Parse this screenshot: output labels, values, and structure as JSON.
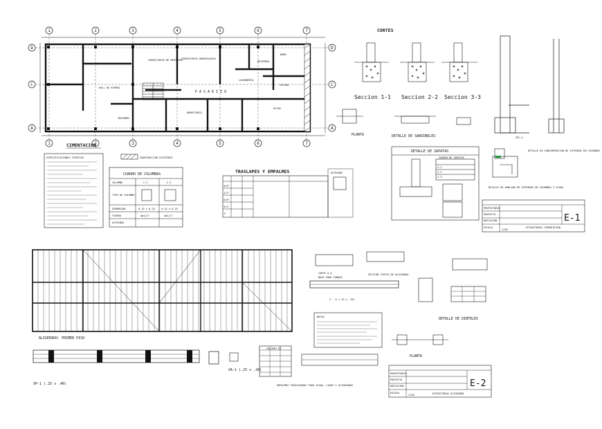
{
  "plan": {
    "title": "CIMENTACION",
    "axes_numbers": [
      "1",
      "2",
      "3",
      "4",
      "5",
      "6",
      "7"
    ],
    "axes_letters": [
      "D",
      "C",
      "A"
    ],
    "rooms": [
      {
        "key": "consultorio",
        "label": "CONSULTORIO DE MEDICINA"
      },
      {
        "key": "consultorio_odonto",
        "label": "CONSULTORIO ODONTOLOGIA"
      },
      {
        "key": "hall",
        "label": "HALL DE ESPERA"
      },
      {
        "key": "pasadizo",
        "label": "P A S A D I Z O"
      },
      {
        "key": "lavanderia",
        "label": "LAVANDERIA"
      },
      {
        "key": "despensa",
        "label": "DESPENSA"
      },
      {
        "key": "cocina",
        "label": "COCINA"
      },
      {
        "key": "bano",
        "label": "BAÑO"
      },
      {
        "key": "estar",
        "label": "ESTAR"
      },
      {
        "key": "informes",
        "label": "INFORMES"
      },
      {
        "key": "dormitorio",
        "label": "DORMITORIO"
      }
    ],
    "legend_existing": "CONSTRUCCION EXISTENTE"
  },
  "cortes": {
    "title": "CORTES",
    "sections": [
      "Seccion 1-1",
      "Seccion 2-2",
      "Seccion 3-3"
    ],
    "planta": "PLANTA",
    "sobrecimiento": "DETALLE DE SARDINELES",
    "sec4": "SEC-4"
  },
  "especificaciones": {
    "title": "ESPECIFICACIONES TECNICAS"
  },
  "columnas": {
    "title": "CUADRO DE COLUMNAS",
    "headers": [
      "COLUMNA",
      "C-1",
      "C-2"
    ],
    "row_tipo": "TIPO DE COLUMNA",
    "row_dim_label": "DIMENSION",
    "dims": [
      "0.15 x 0.25",
      "0.25 x 0.25"
    ],
    "row_fierro": "FIERRO",
    "fierro": [
      "4ø1/2\"",
      "4ø1/2\""
    ],
    "row_estribos": "ESTRIBOS"
  },
  "traslapes": {
    "title": "TRASLAPES Y EMPALMES",
    "side_title": "ESTRIBOS",
    "diam": [
      "3/8\"",
      "1/2\"",
      "5/8\"",
      "3/4\"",
      "1\""
    ]
  },
  "zapatas": {
    "title": "DETALLE DE ZAPATAS",
    "subtitle": "CUADRO DE ZAPATAS",
    "z": [
      "Z-1",
      "Z-2",
      "Z-3"
    ],
    "conc_title": "DETALLE DE CONCENTRACION DE ESTRIBOS EN COLUMNAS",
    "doblado_title": "DETALLE DE DOBLADO DE ESTRIBOS EN COLUMNAS Y VIGAS"
  },
  "titleblock1": {
    "labels": [
      "PROPIETARIO",
      "PROYECTO",
      "UBICACION",
      "ESCALA"
    ],
    "escala": "1/50",
    "descripcion": "ESTRUCTURAS CIMENTACION",
    "code": "E-1"
  },
  "aligerado": {
    "title": "ALIGERADO: PRIMER PISO",
    "vp": "VP-1 (.25 x .40)",
    "va": "VA-1 (.25 x .20)",
    "v_note": "V - A (.25 x .20)",
    "empalmes": "EMPALMES TRASLAPADOS PARA VIGAS, LOSAS Y ALIGERADOS",
    "dinteles": "DETALLE DE DINTELES",
    "corte": "CORTE A-A",
    "seccion_aligerado": "SECCION TIPICA DE ALIGERADO",
    "base_tanque": "BASE PARA TANQUE",
    "notas": "NOTAS",
    "planta": "PLANTA",
    "valores_header": "VALORES DE"
  },
  "titleblock2": {
    "labels": [
      "PROPIETARIO",
      "PROYECTO",
      "UBICACION",
      "ESCALA"
    ],
    "escala": "1/50",
    "descripcion": "ESTRUCTURAS ALIGERADO",
    "code": "E-2"
  }
}
